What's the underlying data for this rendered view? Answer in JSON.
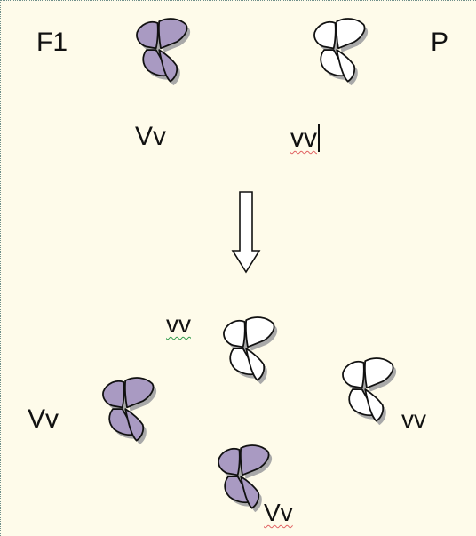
{
  "labels": {
    "f1": "F1",
    "p": "P",
    "parent_left": "Vv",
    "parent_right": "vv",
    "off_top": "vv",
    "off_left": "Vv",
    "off_right": "vv",
    "off_bottom": "Vv"
  },
  "butterflies": [
    {
      "id": "parent-left",
      "color": "purple"
    },
    {
      "id": "parent-right",
      "color": "white"
    },
    {
      "id": "offspring-top",
      "color": "white"
    },
    {
      "id": "offspring-left",
      "color": "purple"
    },
    {
      "id": "offspring-right",
      "color": "white"
    },
    {
      "id": "offspring-bottom",
      "color": "purple"
    }
  ],
  "colors": {
    "background": "#fefbea",
    "purple_fill": "#a99ac2",
    "white_fill": "#ffffff",
    "outline": "#111111",
    "shadow": "#a9a9a9"
  }
}
